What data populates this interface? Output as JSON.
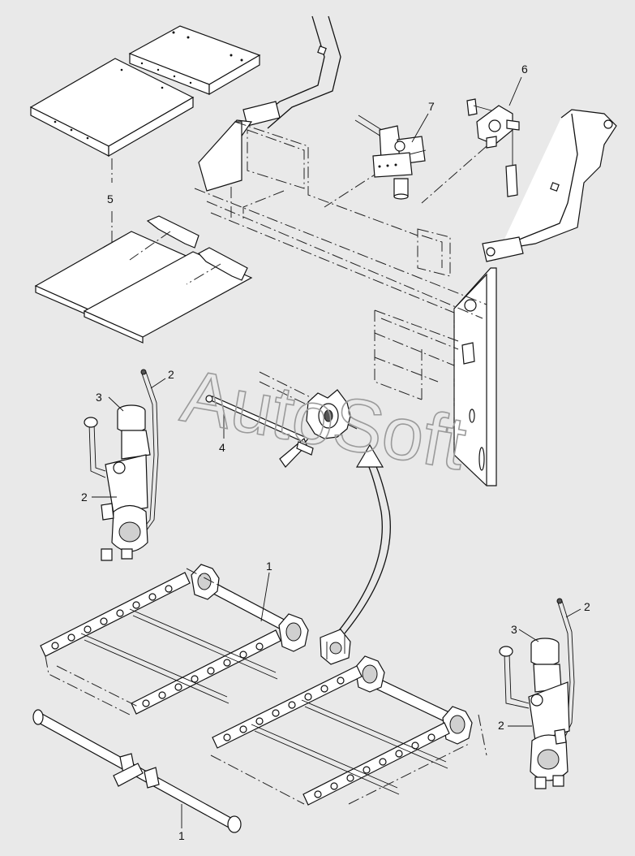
{
  "watermark": "AutoSoft",
  "callouts": [
    {
      "id": "c5",
      "text": "5"
    },
    {
      "id": "c6",
      "text": "6"
    },
    {
      "id": "c7",
      "text": "7"
    },
    {
      "id": "c3a",
      "text": "3"
    },
    {
      "id": "c2a",
      "text": "2"
    },
    {
      "id": "c2b",
      "text": "2"
    },
    {
      "id": "c4",
      "text": "4"
    },
    {
      "id": "c1a",
      "text": "1"
    },
    {
      "id": "c1b",
      "text": "1"
    },
    {
      "id": "c3b",
      "text": "3"
    },
    {
      "id": "c2c",
      "text": "2"
    },
    {
      "id": "c2d",
      "text": "2"
    }
  ]
}
